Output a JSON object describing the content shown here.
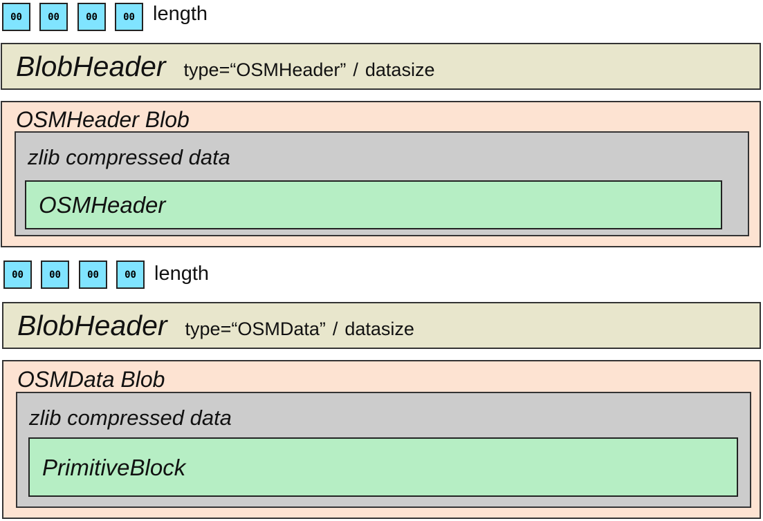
{
  "section1": {
    "bytes": [
      "00",
      "00",
      "00",
      "00"
    ],
    "length_label": "length",
    "blob_header": {
      "title": "BlobHeader",
      "type_text": "type=“OSMHeader”",
      "separator": "/",
      "datasize": "datasize"
    },
    "blob": {
      "title": "OSMHeader Blob",
      "zlib_title": "zlib compressed data",
      "inner_title": "OSMHeader"
    }
  },
  "section2": {
    "bytes": [
      "00",
      "00",
      "00",
      "00"
    ],
    "length_label": "length",
    "blob_header": {
      "title": "BlobHeader",
      "type_text": "type=“OSMData”",
      "separator": "/",
      "datasize": "datasize"
    },
    "blob": {
      "title": "OSMData Blob",
      "zlib_title": "zlib compressed data",
      "inner_title": "PrimitiveBlock"
    }
  },
  "colors": {
    "byte_fill": "#80e4ff",
    "blob_header_fill": "#e8e6cc",
    "blob_fill": "#fde3d2",
    "zlib_fill": "#cccccc",
    "inner_fill": "#b6eec4"
  }
}
